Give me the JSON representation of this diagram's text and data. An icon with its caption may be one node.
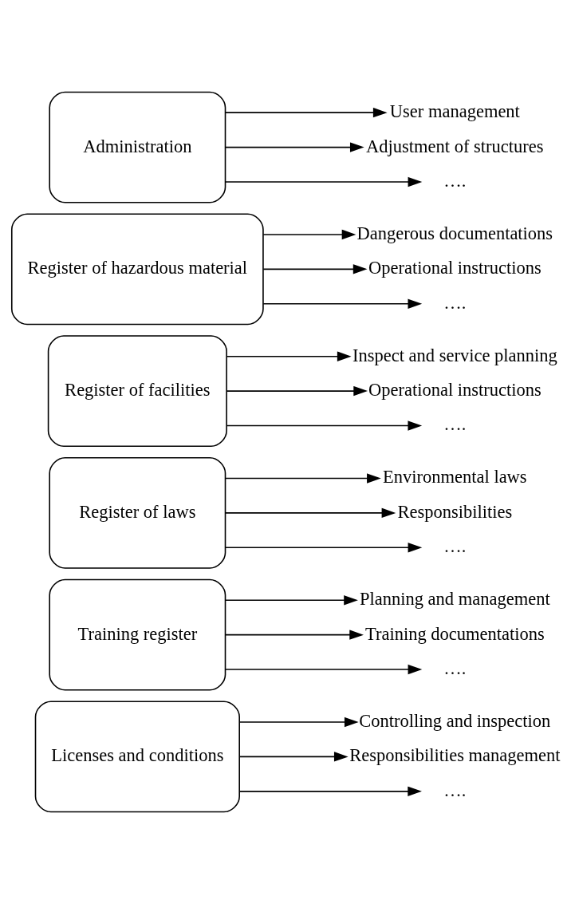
{
  "diagram": {
    "nodes": [
      {
        "text": [
          "Licenses and conditions"
        ]
      },
      {
        "text": [
          "Controlling and inspection"
        ]
      },
      {
        "text": [
          "Responsibilities management"
        ]
      },
      {
        "text": [
          "…."
        ]
      },
      {
        "text": [
          "Training register"
        ]
      },
      {
        "text": [
          "Planning and management"
        ]
      },
      {
        "text": [
          "Training documentations"
        ]
      },
      {
        "text": [
          "…."
        ]
      },
      {
        "text": [
          "Register of laws"
        ]
      },
      {
        "text": [
          "Environmental laws"
        ]
      },
      {
        "text": [
          "Responsibilities"
        ]
      },
      {
        "text": [
          "…."
        ]
      },
      {
        "text": [
          "Register of facilities"
        ]
      },
      {
        "text": [
          "Inspect and service planning"
        ]
      },
      {
        "text": [
          "Operational instructions"
        ]
      },
      {
        "text": [
          "…."
        ]
      },
      {
        "text": [
          "Register of hazardous material"
        ]
      },
      {
        "text": [
          "Dangerous documentations"
        ]
      },
      {
        "text": [
          "Operational instructions"
        ]
      },
      {
        "text": [
          "…."
        ]
      },
      {
        "text": [
          "Administration"
        ]
      },
      {
        "text": [
          "User management"
        ]
      },
      {
        "text": [
          "Adjustment of structures"
        ]
      },
      {
        "text": [
          "…."
        ]
      }
    ],
    "edges": [
      {
        "from": 0,
        "to": 1,
        "arrow": "to"
      },
      {
        "from": 0,
        "to": 2,
        "arrow": "to"
      },
      {
        "from": 0,
        "to": 3,
        "arrow": "to"
      },
      {
        "from": 4,
        "to": 5,
        "arrow": "to"
      },
      {
        "from": 4,
        "to": 6,
        "arrow": "to"
      },
      {
        "from": 4,
        "to": 7,
        "arrow": "to"
      },
      {
        "from": 8,
        "to": 9,
        "arrow": "to"
      },
      {
        "from": 8,
        "to": 10,
        "arrow": "to"
      },
      {
        "from": 8,
        "to": 11,
        "arrow": "to"
      },
      {
        "from": 12,
        "to": 13,
        "arrow": "to"
      },
      {
        "from": 12,
        "to": 14,
        "arrow": "to"
      },
      {
        "from": 12,
        "to": 15,
        "arrow": "to"
      },
      {
        "from": 16,
        "to": 17,
        "arrow": "to"
      },
      {
        "from": 16,
        "to": 18,
        "arrow": "to"
      },
      {
        "from": 16,
        "to": 19,
        "arrow": "to"
      },
      {
        "from": 20,
        "to": 21,
        "arrow": "to"
      },
      {
        "from": 20,
        "to": 22,
        "arrow": "to"
      },
      {
        "from": 20,
        "to": 23,
        "arrow": "to"
      }
    ]
  }
}
